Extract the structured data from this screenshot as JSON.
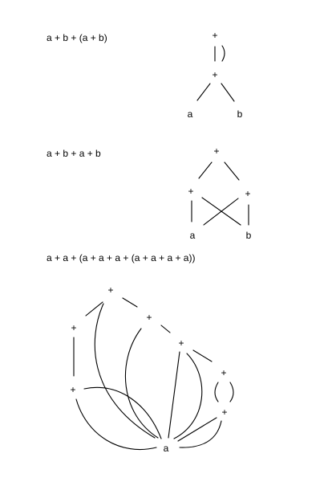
{
  "expressions": [
    "a + b + (a + b)",
    "a + b + a + b",
    "a + a + (a + a + a + (a + a + a + a))"
  ],
  "nodes": {
    "plus": "+",
    "a": "a",
    "b": "b"
  }
}
